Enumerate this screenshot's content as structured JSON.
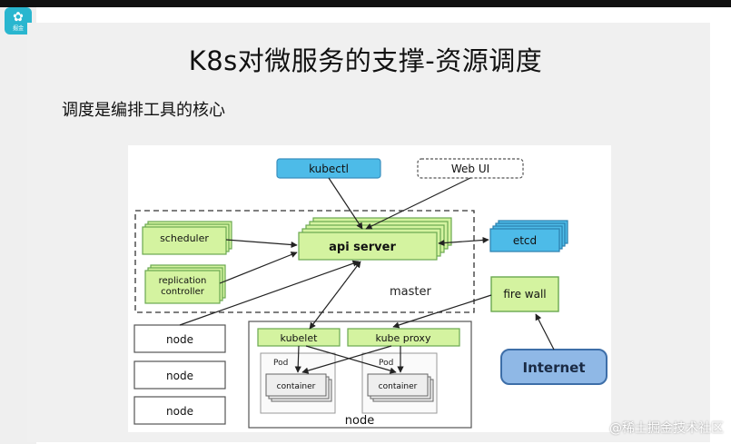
{
  "app": {
    "icon_label": "掘金",
    "icon_name": "nuggets-logo-icon"
  },
  "slide": {
    "title": "K8s对微服务的支撑-资源调度",
    "subtitle": "调度是编排工具的核心"
  },
  "diagram": {
    "kubectl": "kubectl",
    "web_ui": "Web UI",
    "scheduler": "scheduler",
    "replication_controller_line1": "replication",
    "replication_controller_line2": "controller",
    "api_server": "api server",
    "etcd": "etcd",
    "master": "master",
    "fire_wall": "fire wall",
    "internet": "Internet",
    "nodes": [
      "node",
      "node",
      "node"
    ],
    "kubelet": "kubelet",
    "kube_proxy": "kube proxy",
    "pod": "Pod",
    "container": "container",
    "node_label": "node"
  },
  "watermark": "@稀土掘金技术社区",
  "colors": {
    "green_fill": "#d4f3a0",
    "green_stroke": "#6aa84f",
    "blue_fill": "#4dbbe8",
    "internet_fill": "#8fb8e6"
  }
}
